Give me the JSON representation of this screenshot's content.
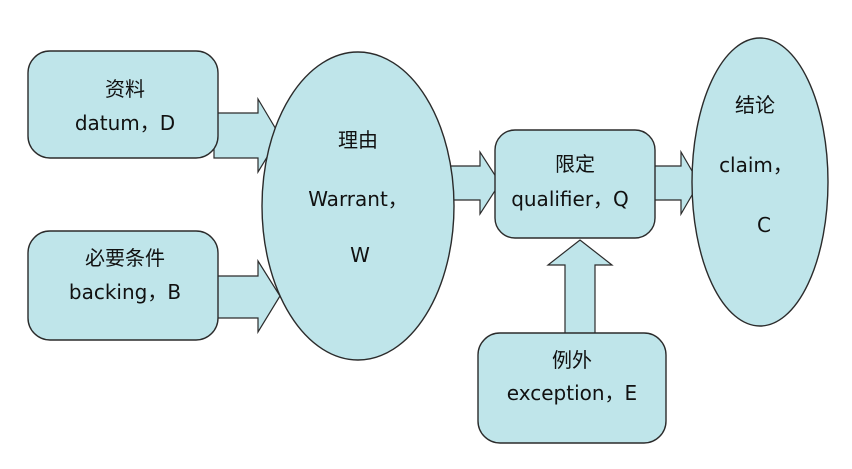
{
  "diagram": {
    "datum": {
      "line1": "资料",
      "line2": "datum，D"
    },
    "backing": {
      "line1": "必要条件",
      "line2": "backing，B"
    },
    "warrant": {
      "line1": "理由",
      "line2": "Warrant，",
      "line3": "W"
    },
    "qualifier": {
      "line1": "限定",
      "line2": "qualifier，Q"
    },
    "exception": {
      "line1": "例外",
      "line2": "exception，E"
    },
    "claim": {
      "line1": "结论",
      "line2": "claim，",
      "line3": "C"
    }
  },
  "colors": {
    "fill": "#bfe5ea",
    "stroke": "#2b2b2b",
    "text": "#111111"
  }
}
